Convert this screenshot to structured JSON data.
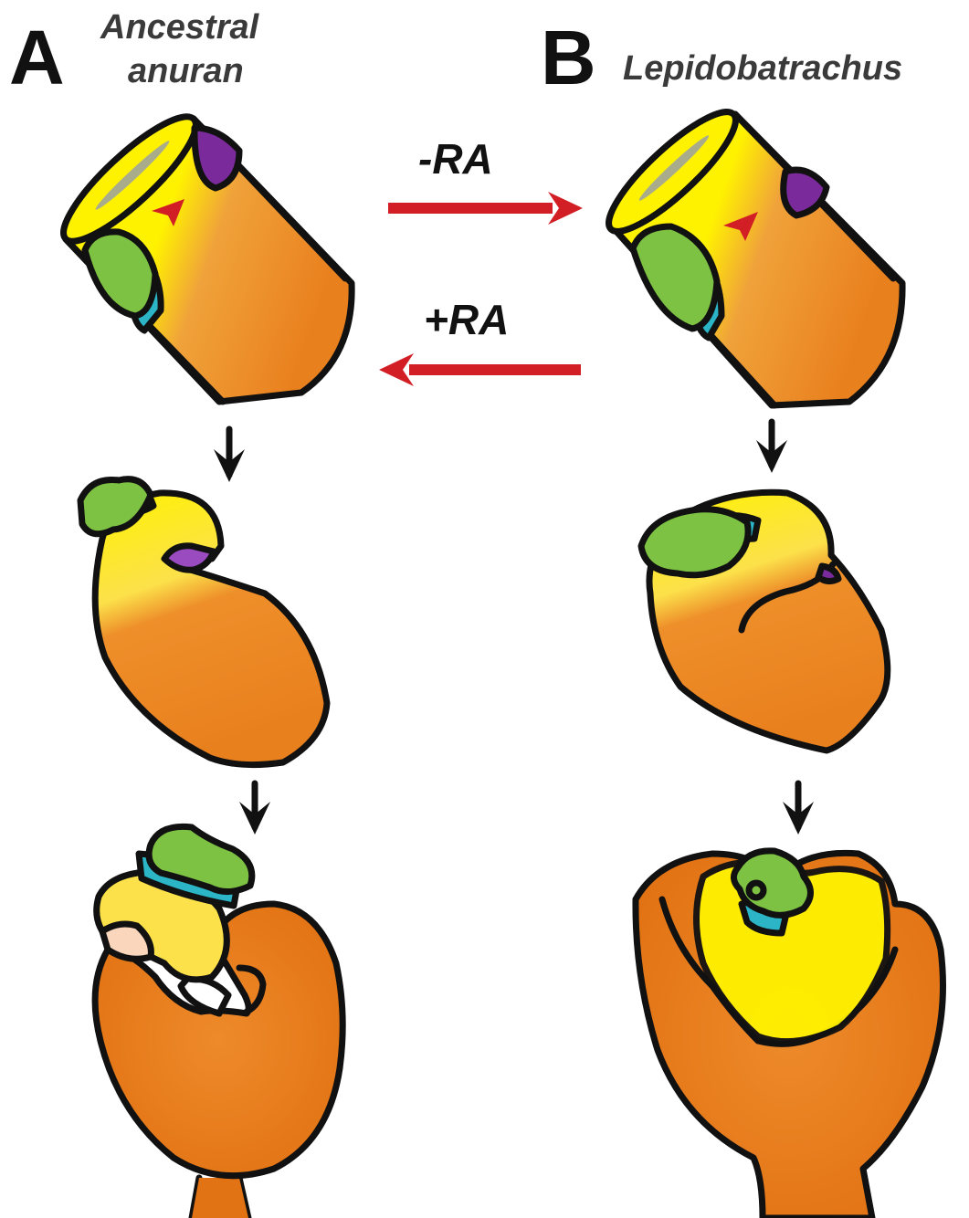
{
  "panels": {
    "a": {
      "letter": "A",
      "title_line1": "Ancestral",
      "title_line2": "anuran"
    },
    "b": {
      "letter": "B",
      "title": "Lepidobatrachus"
    }
  },
  "arrows": {
    "minus_ra": "-RA",
    "plus_ra": "+RA"
  },
  "colors": {
    "yellow": "#FFF200",
    "orange": "#E9801E",
    "green": "#7DC242",
    "cyan": "#2BB5C6",
    "purple": "#7A2A9A",
    "red_arrow": "#D21F26",
    "outline": "#111111"
  }
}
